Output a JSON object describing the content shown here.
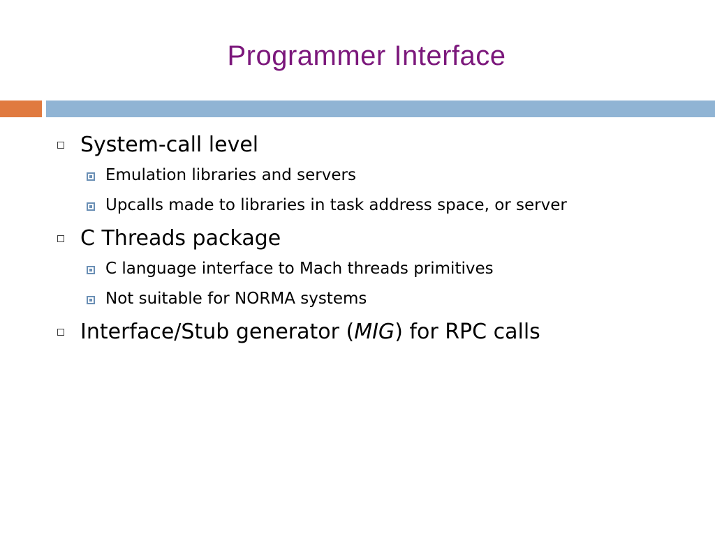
{
  "slide": {
    "title": "Programmer Interface",
    "items": [
      {
        "label": "System-call level",
        "subitems": [
          "Emulation libraries and servers",
          "Upcalls made to libraries in task address space, or server"
        ]
      },
      {
        "label": "C Threads package",
        "subitems": [
          "C language interface to Mach threads primitives",
          "Not suitable for NORMA systems"
        ]
      },
      {
        "label_prefix": "Interface/Stub generator (",
        "label_italic": "MIG",
        "label_suffix": ") for RPC calls"
      }
    ]
  },
  "colors": {
    "title": "#7b177b",
    "accent_orange": "#e07a3f",
    "accent_blue": "#90b4d4",
    "sub_bullet": "#6a8fb5"
  },
  "icons": {
    "level1_bullet": "hollow-square-icon",
    "level2_bullet": "boxed-square-icon"
  }
}
